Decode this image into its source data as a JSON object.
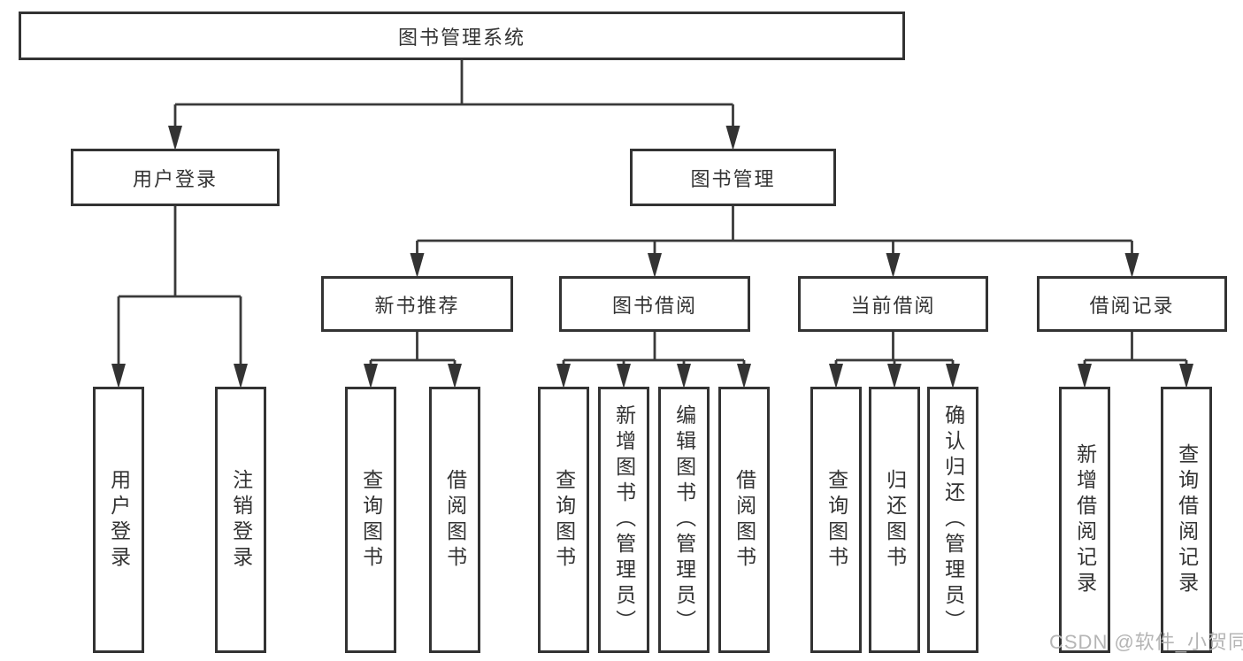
{
  "diagram": {
    "title": "图书管理系统",
    "watermark": "CSDN @软件_小贺同学",
    "colors": {
      "line": "#3a3a3a",
      "arrow_fill": "#333333",
      "box_border": "#333333",
      "box_fill": "#ffffff",
      "text": "#333333",
      "watermark": "#b5b5b5",
      "background": "#ffffff"
    },
    "nodes": [
      {
        "id": "root",
        "label": "图书管理系统",
        "parent": null,
        "orientation": "horizontal"
      },
      {
        "id": "user-login",
        "label": "用户登录",
        "parent": "root",
        "orientation": "horizontal"
      },
      {
        "id": "book-mgmt",
        "label": "图书管理",
        "parent": "root",
        "orientation": "horizontal"
      },
      {
        "id": "new-book-rec",
        "label": "新书推荐",
        "parent": "book-mgmt",
        "orientation": "horizontal"
      },
      {
        "id": "book-borrow",
        "label": "图书借阅",
        "parent": "book-mgmt",
        "orientation": "horizontal"
      },
      {
        "id": "current-borrow",
        "label": "当前借阅",
        "parent": "book-mgmt",
        "orientation": "horizontal"
      },
      {
        "id": "borrow-records",
        "label": "借阅记录",
        "parent": "book-mgmt",
        "orientation": "horizontal"
      },
      {
        "id": "leaf-user-login",
        "label": "用户登录",
        "parent": "user-login",
        "orientation": "vertical"
      },
      {
        "id": "leaf-logout",
        "label": "注销登录",
        "parent": "user-login",
        "orientation": "vertical"
      },
      {
        "id": "leaf-nbr-query",
        "label": "查询图书",
        "parent": "new-book-rec",
        "orientation": "vertical"
      },
      {
        "id": "leaf-nbr-borrow",
        "label": "借阅图书",
        "parent": "new-book-rec",
        "orientation": "vertical"
      },
      {
        "id": "leaf-bb-query",
        "label": "查询图书",
        "parent": "book-borrow",
        "orientation": "vertical"
      },
      {
        "id": "leaf-bb-add",
        "label": "新增图书（管理员）",
        "parent": "book-borrow",
        "orientation": "vertical"
      },
      {
        "id": "leaf-bb-edit",
        "label": "编辑图书（管理员）",
        "parent": "book-borrow",
        "orientation": "vertical"
      },
      {
        "id": "leaf-bb-borrow",
        "label": "借阅图书",
        "parent": "book-borrow",
        "orientation": "vertical"
      },
      {
        "id": "leaf-cb-query",
        "label": "查询图书",
        "parent": "current-borrow",
        "orientation": "vertical"
      },
      {
        "id": "leaf-cb-return",
        "label": "归还图书",
        "parent": "current-borrow",
        "orientation": "vertical"
      },
      {
        "id": "leaf-cb-confirm",
        "label": "确认归还（管理员）",
        "parent": "current-borrow",
        "orientation": "vertical"
      },
      {
        "id": "leaf-br-add",
        "label": "新增借阅记录",
        "parent": "borrow-records",
        "orientation": "vertical"
      },
      {
        "id": "leaf-br-query",
        "label": "查询借阅记录",
        "parent": "borrow-records",
        "orientation": "vertical"
      }
    ]
  }
}
